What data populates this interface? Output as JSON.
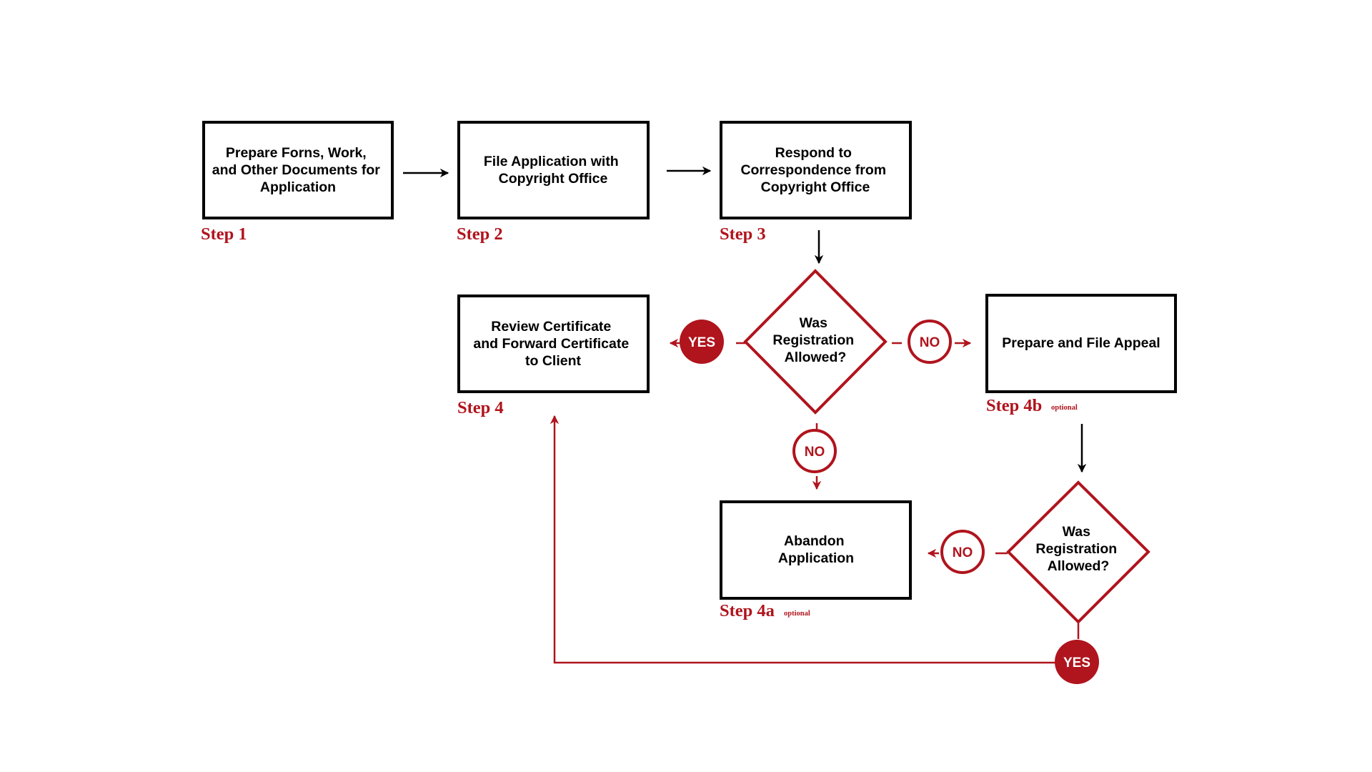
{
  "colors": {
    "accent": "#b0141d",
    "ink": "#000000",
    "background": "#ffffff"
  },
  "boxes": {
    "step1": [
      "Prepare Forns, Work,",
      "and Other Documents for",
      "Application"
    ],
    "step2": [
      "File Application with",
      "Copyright Office"
    ],
    "step3": [
      "Respond to",
      "Correspondence from",
      "Copyright Office"
    ],
    "step4": [
      "Review Certificate",
      "and Forward Certificate",
      "to Client"
    ],
    "step4b": [
      "Prepare and File Appeal"
    ],
    "step4a": [
      "Abandon",
      "Application"
    ]
  },
  "decisions": {
    "first": [
      "Was",
      "Registration",
      "Allowed?"
    ],
    "second": [
      "Was",
      "Registration",
      "Allowed?"
    ]
  },
  "steps": {
    "step1": "Step 1",
    "step2": "Step 2",
    "step3": "Step 3",
    "step4": "Step 4",
    "step4b": "Step 4b",
    "step4a": "Step 4a",
    "optional": "optional"
  },
  "badges": {
    "yes": "YES",
    "no": "NO"
  }
}
